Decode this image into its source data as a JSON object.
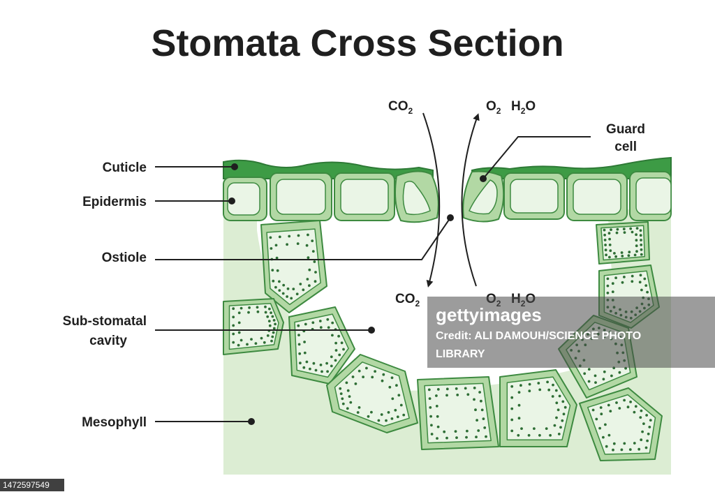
{
  "title": "Stomata Cross Section",
  "labels": {
    "cuticle": "Cuticle",
    "epidermis": "Epidermis",
    "ostiole": "Ostiole",
    "sub_stomatal_line1": "Sub-stomatal",
    "sub_stomatal_line2": "cavity",
    "mesophyll": "Mesophyll",
    "guard_cell_line1": "Guard",
    "guard_cell_line2": "cell"
  },
  "gases": {
    "co2_main": "CO",
    "co2_sub": "2",
    "o2_main": "O",
    "o2_sub": "2",
    "h2o_h": "H",
    "h2o_sub": "2",
    "h2o_o": "O"
  },
  "watermark": {
    "brand": "gettyimages",
    "credit_line1": "Credit: ALI DAMOUH/SCIENCE PHOTO",
    "credit_line2": "LIBRARY"
  },
  "stock_id": "1472597549",
  "colors": {
    "background_tissue": "#dcedd3",
    "cuticle": "#3d9b45",
    "cell_wall": "#b2d8a4",
    "cell_outline": "#3d8a40",
    "cell_interior": "#eaf5e6",
    "chloroplast": "#2e6e35",
    "text": "#1f1f1f"
  }
}
